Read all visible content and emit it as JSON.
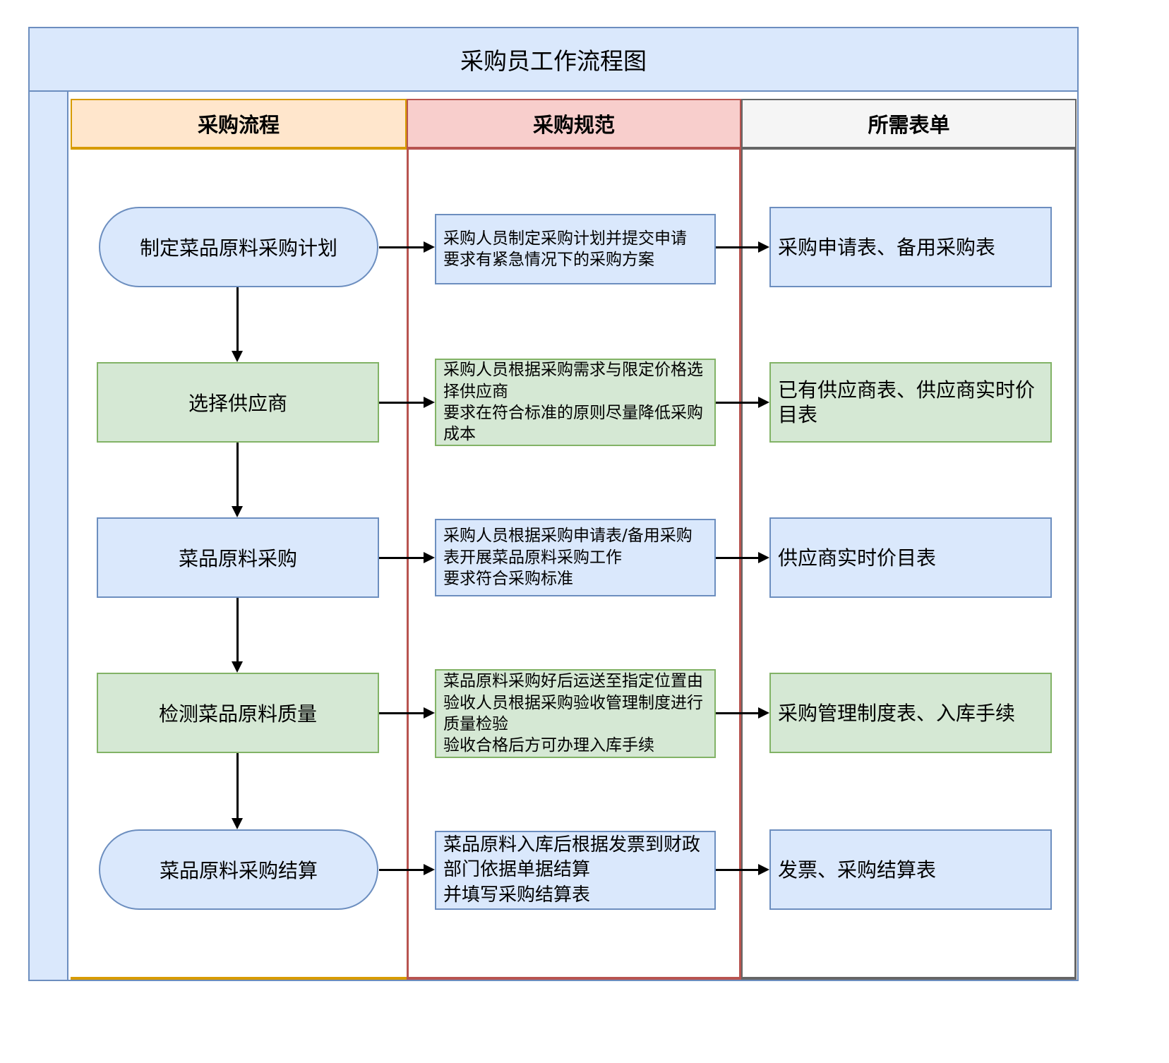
{
  "title": "采购员工作流程图",
  "columns": {
    "process": "采购流程",
    "spec": "采购规范",
    "form": "所需表单"
  },
  "rows": [
    {
      "step": "制定菜品原料采购计划",
      "spec": "采购人员制定采购计划并提交申请\n要求有紧急情况下的采购方案",
      "form": "采购申请表、备用采购表"
    },
    {
      "step": "选择供应商",
      "spec": "采购人员根据采购需求与限定价格选择供应商\n要求在符合标准的原则尽量降低采购成本",
      "form": "已有供应商表、供应商实时价目表"
    },
    {
      "step": "菜品原料采购",
      "spec": "采购人员根据采购申请表/备用采购表开展菜品原料采购工作\n要求符合采购标准",
      "form": "供应商实时价目表"
    },
    {
      "step": "检测菜品原料质量",
      "spec": "菜品原料采购好后运送至指定位置由验收人员根据采购验收管理制度进行质量检验\n验收合格后方可办理入库手续",
      "form": "采购管理制度表、入库手续"
    },
    {
      "step": "菜品原料采购结算",
      "spec": "菜品原料入库后根据发票到财政部门依据单据结算\n并填写采购结算表",
      "form": "发票、采购结算表"
    }
  ],
  "colors": {
    "frame_border": "#6c8ebf",
    "frame_fill": "#dae8fc",
    "blue_node_fill": "#dae8fc",
    "blue_node_border": "#6c8ebf",
    "green_node_fill": "#d5e8d4",
    "green_node_border": "#82b366",
    "process_header_fill": "#ffe6cc",
    "process_accent": "#d79b00",
    "spec_header_fill": "#f8cecc",
    "spec_accent": "#b85450",
    "form_header_fill": "#f5f5f5",
    "form_accent": "#666666",
    "arrow": "#000000"
  }
}
